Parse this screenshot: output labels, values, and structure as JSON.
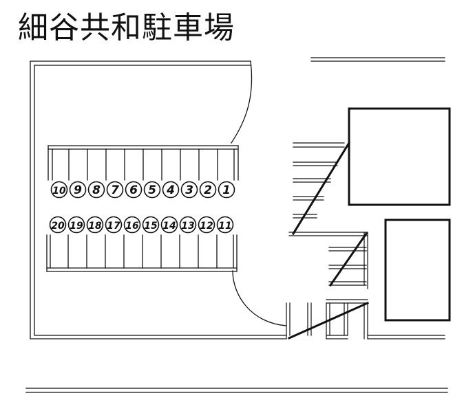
{
  "title": "細谷共和駐車場",
  "colors": {
    "ink": "#111111",
    "paper": "#ffffff"
  },
  "spaces": {
    "top_row": [
      "10",
      "9",
      "8",
      "7",
      "6",
      "5",
      "4",
      "3",
      "2",
      "1"
    ],
    "bottom_row": [
      "20",
      "19",
      "18",
      "17",
      "16",
      "15",
      "14",
      "13",
      "12",
      "11"
    ]
  }
}
